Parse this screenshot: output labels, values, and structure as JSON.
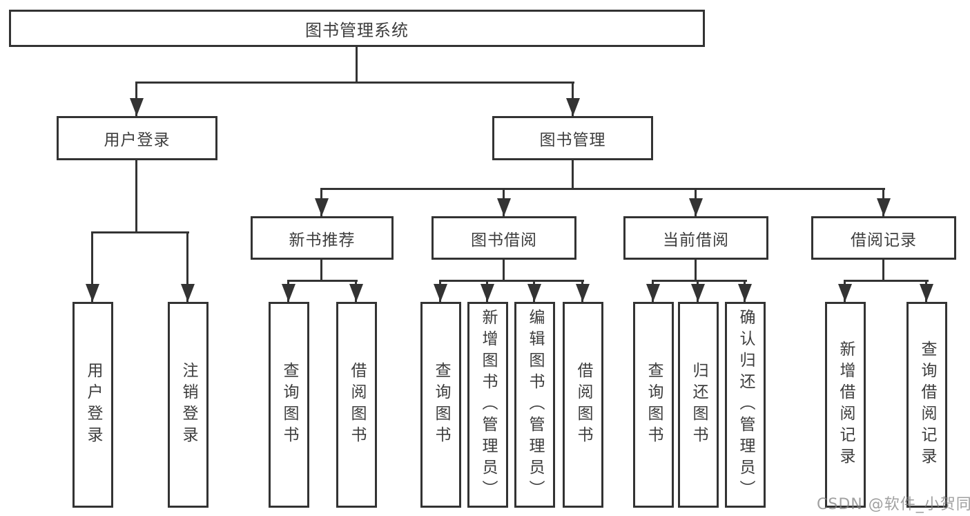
{
  "diagram": {
    "type": "tree",
    "line_color": "#333333",
    "root": {
      "label": "图书管理系统"
    },
    "user_login": {
      "label": "用户登录",
      "children": [
        {
          "label": "用户登录"
        },
        {
          "label": "注销登录"
        }
      ]
    },
    "book_mgmt": {
      "label": "图书管理",
      "groups": [
        {
          "label": "新书推荐",
          "children": [
            {
              "label": "查询图书"
            },
            {
              "label": "借阅图书"
            }
          ]
        },
        {
          "label": "图书借阅",
          "children": [
            {
              "label": "查询图书"
            },
            {
              "label": "新增图书（管理员）"
            },
            {
              "label": "编辑图书（管理员）"
            },
            {
              "label": "借阅图书"
            }
          ]
        },
        {
          "label": "当前借阅",
          "children": [
            {
              "label": "查询图书"
            },
            {
              "label": "归还图书"
            },
            {
              "label": "确认归还（管理员）"
            }
          ]
        },
        {
          "label": "借阅记录",
          "children": [
            {
              "label": "新增借阅记录"
            },
            {
              "label": "查询借阅记录"
            }
          ]
        }
      ]
    }
  },
  "watermark": {
    "text": "CSDN @软件_小贺同学"
  }
}
